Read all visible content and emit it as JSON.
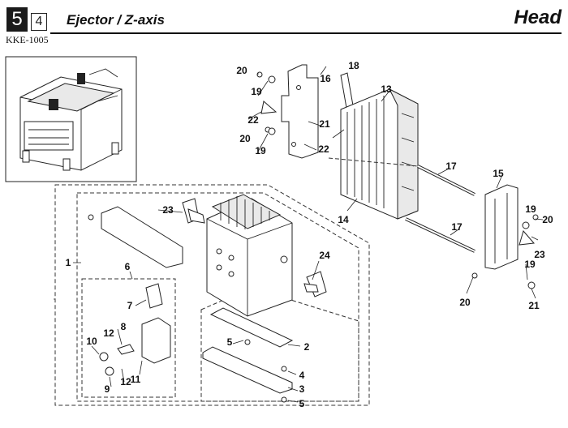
{
  "header": {
    "section_main": "5",
    "section_sub": "4",
    "title": "Ejector / Z-axis",
    "area": "Head",
    "model": "KKE-1005"
  },
  "callouts": [
    "1",
    "2",
    "3",
    "4",
    "5",
    "5",
    "6",
    "7",
    "8",
    "9",
    "10",
    "11",
    "12",
    "12",
    "13",
    "14",
    "15",
    "16",
    "17",
    "17",
    "18",
    "19",
    "19",
    "19",
    "19",
    "20",
    "20",
    "20",
    "20",
    "21",
    "21",
    "22",
    "22",
    "23",
    "23",
    "24"
  ],
  "icons": [
    "machine-overview-icon",
    "triangle-mark-icon",
    "screw-icon",
    "washer-icon"
  ]
}
